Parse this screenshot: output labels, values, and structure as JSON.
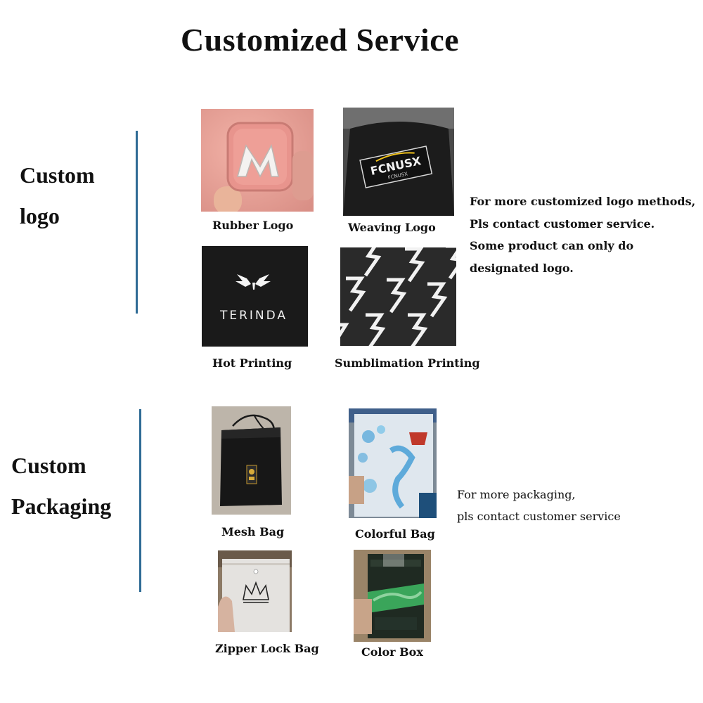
{
  "title": "Customized Service",
  "logo_section": {
    "label_line1": "Custom",
    "label_line2": "logo",
    "items": [
      {
        "caption": "Rubber Logo",
        "image": "pink rubber patch with M logo"
      },
      {
        "caption": "Weaving Logo",
        "image": "black woven label FCNUSX"
      },
      {
        "caption": "Hot Printing",
        "image": "black fabric with TERINDA printed logo"
      },
      {
        "caption": "Sumblimation Printing",
        "image": "black fabric with sublimated 3 pattern"
      }
    ],
    "image_text": {
      "weaving_brand": "FCNUSX",
      "weaving_small": "FCNUSX",
      "hot_print_brand": "TERINDA"
    },
    "note": [
      "For more customized  logo methods,",
      "Pls contact customer  service.",
      "Some product can only do",
      "designated logo."
    ]
  },
  "packaging_section": {
    "label_line1": "Custom",
    "label_line2": "Packaging",
    "items": [
      {
        "caption": "Mesh Bag",
        "image": "black mesh drawstring bag"
      },
      {
        "caption": "Colorful Bag",
        "image": "printed plastic bag"
      },
      {
        "caption": "Zipper Lock Bag",
        "image": "frosted zipper bag with crown logo"
      },
      {
        "caption": "Color Box",
        "image": "printed product box"
      }
    ],
    "note": [
      "For more packaging,",
      "pls contact customer service"
    ]
  },
  "colors": {
    "accent_bar": "#2f6b95",
    "text": "#111111",
    "background": "#ffffff"
  }
}
